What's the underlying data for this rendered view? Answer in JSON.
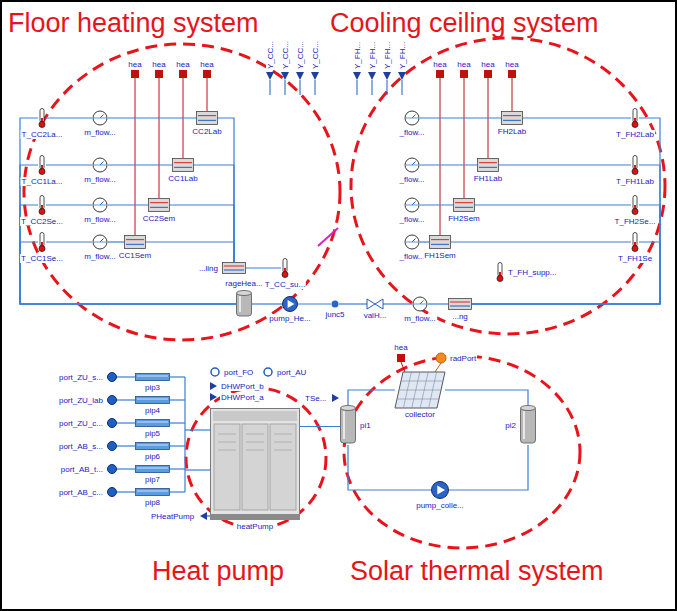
{
  "diagram": {
    "nodes": [
      {
        "text": [
          "T_CC2La..."
        ]
      },
      {
        "text": [
          "m_flow..."
        ]
      },
      {
        "text": [
          "CC2Lab"
        ]
      },
      {
        "text": [
          "T_CC1La..."
        ]
      },
      {
        "text": [
          "m_flow..."
        ]
      },
      {
        "text": [
          "CC1Lab"
        ]
      },
      {
        "text": [
          "T_CC2Se..."
        ]
      },
      {
        "text": [
          "m_flow..."
        ]
      },
      {
        "text": [
          "CC2Sem"
        ]
      },
      {
        "text": [
          "T_CC1Se..."
        ]
      },
      {
        "text": [
          "m_flow..."
        ]
      },
      {
        "text": [
          "CC1Sem"
        ]
      },
      {
        "text": [
          "_flow..."
        ]
      },
      {
        "text": [
          "FH2Lab"
        ]
      },
      {
        "text": [
          "T_FH2Lab"
        ]
      },
      {
        "text": [
          "_flow..."
        ]
      },
      {
        "text": [
          "FH1Lab"
        ]
      },
      {
        "text": [
          "T_FH1Lab"
        ]
      },
      {
        "text": [
          "_flow..."
        ]
      },
      {
        "text": [
          "FH2Sem"
        ]
      },
      {
        "text": [
          "T_FH2Se..."
        ]
      },
      {
        "text": [
          "_flow..."
        ]
      },
      {
        "text": [
          "FH1Sem"
        ]
      },
      {
        "text": [
          "T_FH1Se"
        ]
      },
      {
        "text": [
          "...ling"
        ]
      },
      {
        "text": [
          "T_CC_su..."
        ]
      },
      {
        "text": [
          "rageHea..."
        ]
      },
      {
        "text": [
          "pump_He..."
        ]
      },
      {
        "text": [
          "junc5"
        ]
      },
      {
        "text": [
          "valH..."
        ]
      },
      {
        "text": [
          "m_flow..."
        ]
      },
      {
        "text": [
          "...ng"
        ]
      },
      {
        "text": [
          "T_FH_supp..."
        ]
      },
      {
        "text": [
          "port_ZU_s..."
        ]
      },
      {
        "text": [
          "port_ZU_lab"
        ]
      },
      {
        "text": [
          "port_ZU_c..."
        ]
      },
      {
        "text": [
          "port_AB_s..."
        ]
      },
      {
        "text": [
          "port_AB_t..."
        ]
      },
      {
        "text": [
          "port_AB_c..."
        ]
      },
      {
        "text": [
          "pip3"
        ]
      },
      {
        "text": [
          "pip4"
        ]
      },
      {
        "text": [
          "pip5"
        ]
      },
      {
        "text": [
          "pip6"
        ]
      },
      {
        "text": [
          "pip7"
        ]
      },
      {
        "text": [
          "pip8"
        ]
      },
      {
        "text": [
          "port_FO"
        ]
      },
      {
        "text": [
          "port_AU"
        ]
      },
      {
        "text": [
          "heatPump"
        ]
      },
      {
        "text": [
          "pi1"
        ]
      },
      {
        "text": [
          "pi2"
        ]
      },
      {
        "text": [
          "pump_colle..."
        ]
      },
      {
        "text": [
          "collector"
        ]
      }
    ],
    "edges": [
      {
        "from": 0,
        "to": 1,
        "arrow": "none"
      },
      {
        "from": 1,
        "to": 2,
        "arrow": "none"
      },
      {
        "from": 3,
        "to": 4,
        "arrow": "none"
      },
      {
        "from": 4,
        "to": 5,
        "arrow": "none"
      },
      {
        "from": 6,
        "to": 7,
        "arrow": "none"
      },
      {
        "from": 7,
        "to": 8,
        "arrow": "none"
      },
      {
        "from": 9,
        "to": 10,
        "arrow": "none"
      },
      {
        "from": 10,
        "to": 11,
        "arrow": "none"
      },
      {
        "from": 12,
        "to": 13,
        "arrow": "none"
      },
      {
        "from": 13,
        "to": 14,
        "arrow": "none"
      },
      {
        "from": 15,
        "to": 16,
        "arrow": "none"
      },
      {
        "from": 16,
        "to": 17,
        "arrow": "none"
      },
      {
        "from": 18,
        "to": 19,
        "arrow": "none"
      },
      {
        "from": 19,
        "to": 20,
        "arrow": "none"
      },
      {
        "from": 21,
        "to": 22,
        "arrow": "none"
      },
      {
        "from": 22,
        "to": 23,
        "arrow": "none"
      },
      {
        "from": 2,
        "to": 24,
        "arrow": "none"
      },
      {
        "from": 5,
        "to": 24,
        "arrow": "none"
      },
      {
        "from": 8,
        "to": 24,
        "arrow": "none"
      },
      {
        "from": 11,
        "to": 24,
        "arrow": "none"
      },
      {
        "from": 0,
        "to": 26,
        "arrow": "none"
      },
      {
        "from": 3,
        "to": 26,
        "arrow": "none"
      },
      {
        "from": 6,
        "to": 26,
        "arrow": "none"
      },
      {
        "from": 9,
        "to": 26,
        "arrow": "none"
      },
      {
        "from": 14,
        "to": 31,
        "arrow": "none"
      },
      {
        "from": 17,
        "to": 31,
        "arrow": "none"
      },
      {
        "from": 20,
        "to": 31,
        "arrow": "none"
      },
      {
        "from": 23,
        "to": 31,
        "arrow": "none"
      },
      {
        "from": 24,
        "to": 25,
        "arrow": "none"
      },
      {
        "from": 26,
        "to": 27,
        "arrow": "none"
      },
      {
        "from": 27,
        "to": 28,
        "arrow": "none"
      },
      {
        "from": 28,
        "to": 29,
        "arrow": "none"
      },
      {
        "from": 29,
        "to": 30,
        "arrow": "none"
      },
      {
        "from": 30,
        "to": 31,
        "arrow": "none"
      },
      {
        "from": 33,
        "to": 39,
        "arrow": "none"
      },
      {
        "from": 34,
        "to": 40,
        "arrow": "none"
      },
      {
        "from": 35,
        "to": 41,
        "arrow": "none"
      },
      {
        "from": 36,
        "to": 42,
        "arrow": "none"
      },
      {
        "from": 37,
        "to": 43,
        "arrow": "none"
      },
      {
        "from": 38,
        "to": 44,
        "arrow": "none"
      },
      {
        "from": 47,
        "to": 48,
        "arrow": "none"
      },
      {
        "from": 51,
        "to": 48,
        "arrow": "none"
      },
      {
        "from": 51,
        "to": 49,
        "arrow": "none"
      },
      {
        "from": 50,
        "to": 48,
        "arrow": "none"
      },
      {
        "from": 50,
        "to": 49,
        "arrow": "none"
      }
    ],
    "labels": [
      "Floor heating system",
      "Cooling ceiling system",
      "Heat pump",
      "Solar thermal system",
      "hea",
      "hea",
      "hea",
      "hea",
      "hea",
      "hea",
      "hea",
      "hea",
      "Y_CC...",
      "Y_CC...",
      "Y_CC...",
      "Y_CC...",
      "Y_FH...",
      "Y_FH...",
      "Y_FH...",
      "Y_FH...",
      "DHWPort_b",
      "DHWPort_a",
      "PHeatPump",
      "TSe...",
      "radPort",
      "hea"
    ]
  }
}
